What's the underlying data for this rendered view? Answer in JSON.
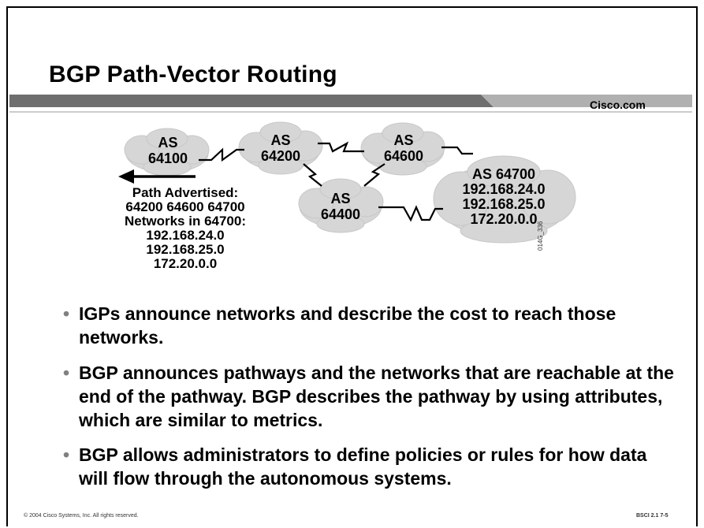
{
  "header": {
    "title": "BGP Path-Vector Routing",
    "site": "Cisco.com"
  },
  "diagram": {
    "clouds": [
      {
        "id": "as64100",
        "lines": [
          "AS",
          "64100"
        ]
      },
      {
        "id": "as64200",
        "lines": [
          "AS",
          "64200"
        ]
      },
      {
        "id": "as64600",
        "lines": [
          "AS",
          "64600"
        ]
      },
      {
        "id": "as64400",
        "lines": [
          "AS",
          "64400"
        ]
      },
      {
        "id": "as64700",
        "lines": [
          "AS 64700",
          "192.168.24.0",
          "192.168.25.0",
          "172.20.0.0"
        ]
      }
    ],
    "advertisement": {
      "path_label": "Path Advertised:",
      "path_value": "64200 64600 64700",
      "networks_label": "Networks in 64700:",
      "networks": [
        "192.168.24.0",
        "192.168.25.0",
        "172.20.0.0"
      ]
    },
    "figure_code": "014G_336"
  },
  "bullets": [
    "IGPs announce networks and describe the cost to reach those networks.",
    "BGP announces pathways and the networks that are reachable at the end of the pathway. BGP describes the pathway by using attributes, which are similar to metrics.",
    "BGP allows administrators to define policies or rules for how data will flow through the autonomous systems."
  ],
  "footer": {
    "copyright": "© 2004 Cisco Systems, Inc. All rights reserved.",
    "course": "BSCI 2.1  7-5"
  }
}
